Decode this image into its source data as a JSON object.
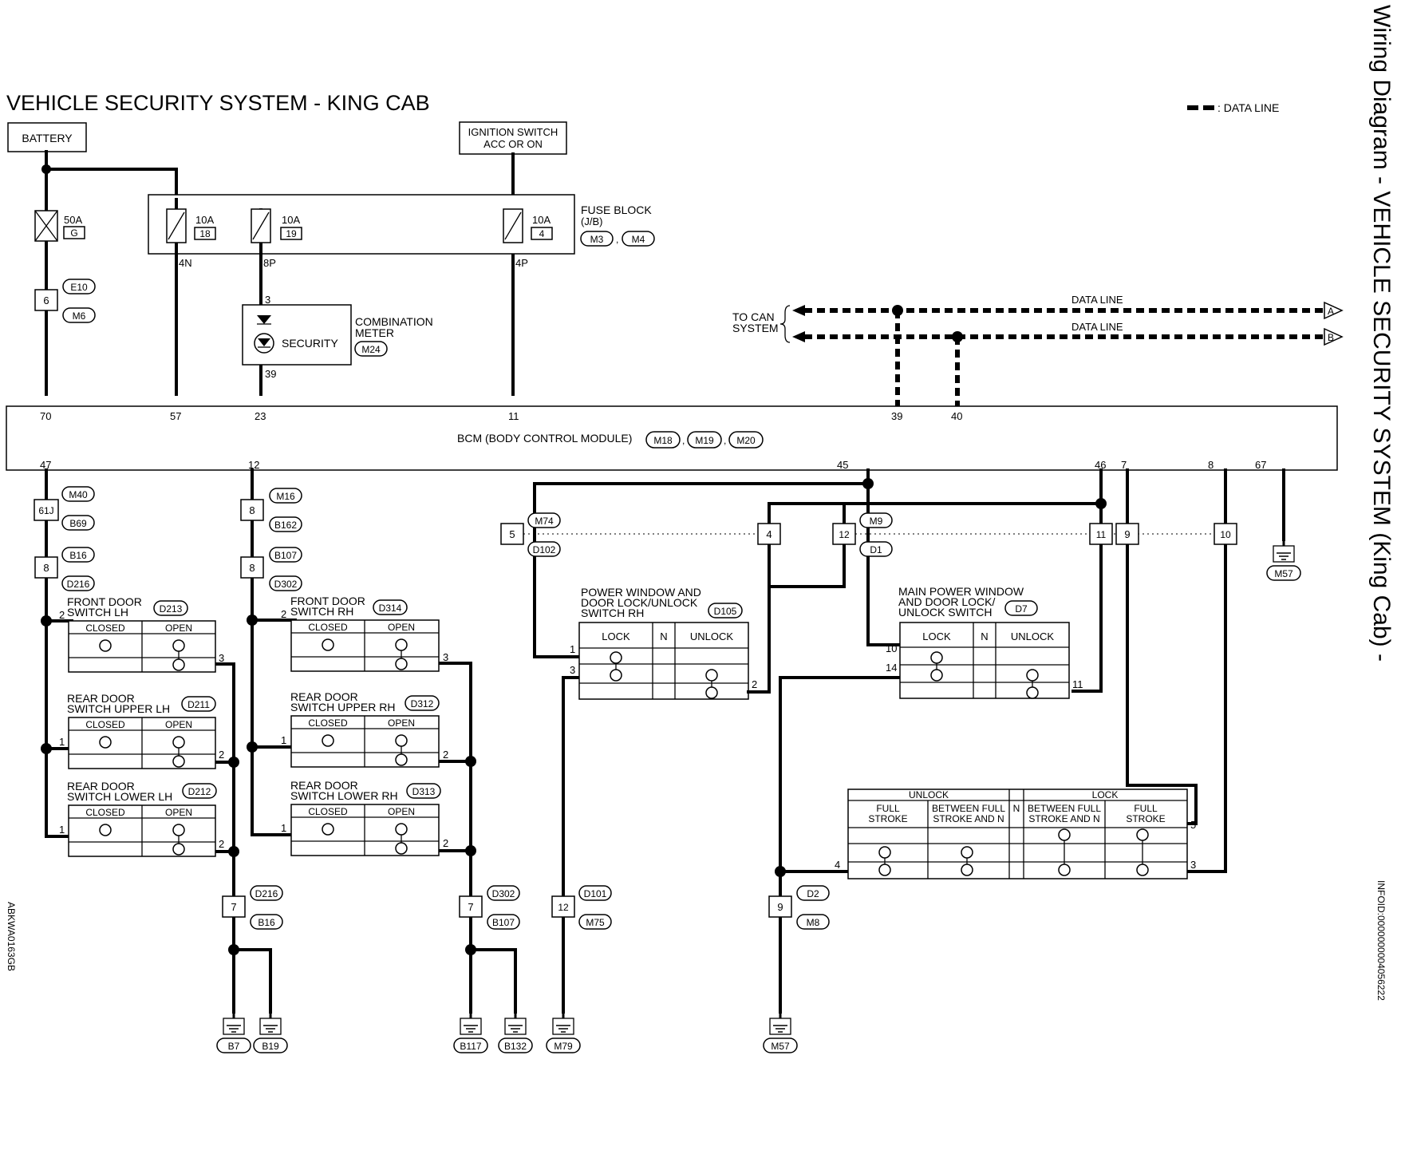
{
  "title": "VEHICLE SECURITY SYSTEM - KING CAB",
  "side_title": "Wiring Diagram - VEHICLE SECURITY SYSTEM (King Cab) -",
  "legend_label": ": DATA LINE",
  "left_code": "ABKWA0163GB",
  "right_code": "INFOID:0000000004056222",
  "battery": "BATTERY",
  "ignition": [
    "IGNITION SWITCH",
    "ACC OR ON"
  ],
  "fuse_block": [
    "FUSE BLOCK",
    "(J/B)"
  ],
  "fuse_block_conn": [
    "M3",
    "M4"
  ],
  "fuse_main": {
    "amp": "50A",
    "id": "G"
  },
  "fuses": [
    {
      "amp": "10A",
      "num": "18"
    },
    {
      "amp": "10A",
      "num": "19"
    },
    {
      "amp": "10A",
      "num": "4"
    }
  ],
  "fuse_terms": [
    "4N",
    "8P",
    "4P"
  ],
  "combination_meter": [
    "COMBINATION",
    "METER"
  ],
  "combination_meter_conn": "M24",
  "security_label": "SECURITY",
  "meter_pins": [
    "3",
    "39"
  ],
  "to_can": [
    "TO CAN",
    "SYSTEM"
  ],
  "data_line": "DATA LINE",
  "can_refs": [
    "A",
    "B"
  ],
  "bcm_label": "BCM (BODY CONTROL MODULE)",
  "bcm_conns": [
    "M18",
    "M19",
    "M20"
  ],
  "bcm_top_pins": [
    "70",
    "57",
    "23",
    "11",
    "39",
    "40"
  ],
  "bcm_bottom_pins": [
    "47",
    "12",
    "45",
    "46",
    "7",
    "8",
    "67"
  ],
  "joints": [
    {
      "num": "6",
      "c1": "E10",
      "c2": "M6"
    },
    {
      "num": "61J",
      "c1": "M40",
      "c2": "B69"
    },
    {
      "num": "8",
      "c1": "B16",
      "c2": "D216"
    },
    {
      "num": "8",
      "c1": "M16",
      "c2": "B162"
    },
    {
      "num": "8",
      "c1": "B107",
      "c2": "D302"
    },
    {
      "num": "5",
      "c1": "M74",
      "c2": "D102"
    },
    {
      "num": "4"
    },
    {
      "num": "12",
      "c1": "M9",
      "c2": "D1"
    },
    {
      "num": "11"
    },
    {
      "num": "9"
    },
    {
      "num": "10"
    },
    {
      "num": "7",
      "c1": "D216",
      "c2": "B16"
    },
    {
      "num": "7",
      "c1": "D302",
      "c2": "B107"
    },
    {
      "num": "12",
      "c1": "D101",
      "c2": "M75"
    },
    {
      "num": "9",
      "c1": "D2",
      "c2": "M8"
    }
  ],
  "door_switches": [
    {
      "name": [
        "FRONT DOOR",
        "SWITCH LH"
      ],
      "conn": "D213",
      "pins": [
        "2",
        "3"
      ]
    },
    {
      "name": [
        "REAR DOOR",
        "SWITCH UPPER LH"
      ],
      "conn": "D211",
      "pins": [
        "1",
        "2"
      ]
    },
    {
      "name": [
        "REAR DOOR",
        "SWITCH LOWER LH"
      ],
      "conn": "D212",
      "pins": [
        "1",
        "2"
      ]
    },
    {
      "name": [
        "FRONT DOOR",
        "SWITCH RH"
      ],
      "conn": "D314",
      "pins": [
        "2",
        "3"
      ]
    },
    {
      "name": [
        "REAR DOOR",
        "SWITCH UPPER RH"
      ],
      "conn": "D312",
      "pins": [
        "1",
        "2"
      ]
    },
    {
      "name": [
        "REAR DOOR",
        "SWITCH LOWER RH"
      ],
      "conn": "D313",
      "pins": [
        "1",
        "2"
      ]
    }
  ],
  "switch_states": [
    "CLOSED",
    "OPEN"
  ],
  "pw_switch_rh": {
    "name": [
      "POWER WINDOW AND",
      "DOOR LOCK/UNLOCK",
      "SWITCH RH"
    ],
    "conn": "D105",
    "cols": [
      "LOCK",
      "N",
      "UNLOCK"
    ],
    "pins": [
      "1",
      "3",
      "2"
    ]
  },
  "main_pw_switch": {
    "name": [
      "MAIN POWER WINDOW",
      "AND DOOR LOCK/",
      "UNLOCK SWITCH"
    ],
    "conn": "D7",
    "cols": [
      "LOCK",
      "N",
      "UNLOCK"
    ],
    "pins": [
      "10",
      "14",
      "11"
    ]
  },
  "lock_actuator": {
    "groups": [
      "UNLOCK",
      "LOCK"
    ],
    "cols": [
      [
        "FULL",
        "STROKE"
      ],
      [
        "BETWEEN FULL",
        "STROKE AND N"
      ],
      "N",
      [
        "BETWEEN FULL",
        "STROKE AND N"
      ],
      [
        "FULL",
        "STROKE"
      ]
    ],
    "pins": [
      "5",
      "4",
      "3"
    ]
  },
  "grounds": [
    "B7",
    "B19",
    "B117",
    "B132",
    "M79",
    "M57",
    "M57"
  ]
}
